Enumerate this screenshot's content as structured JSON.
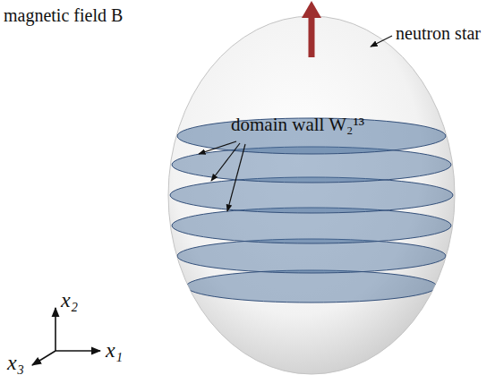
{
  "diagram": {
    "labels": [
      "magnetic field B",
      "neutron star",
      "domain wall W₂¹³",
      "x₂",
      "x₁",
      "x₃"
    ]
  }
}
